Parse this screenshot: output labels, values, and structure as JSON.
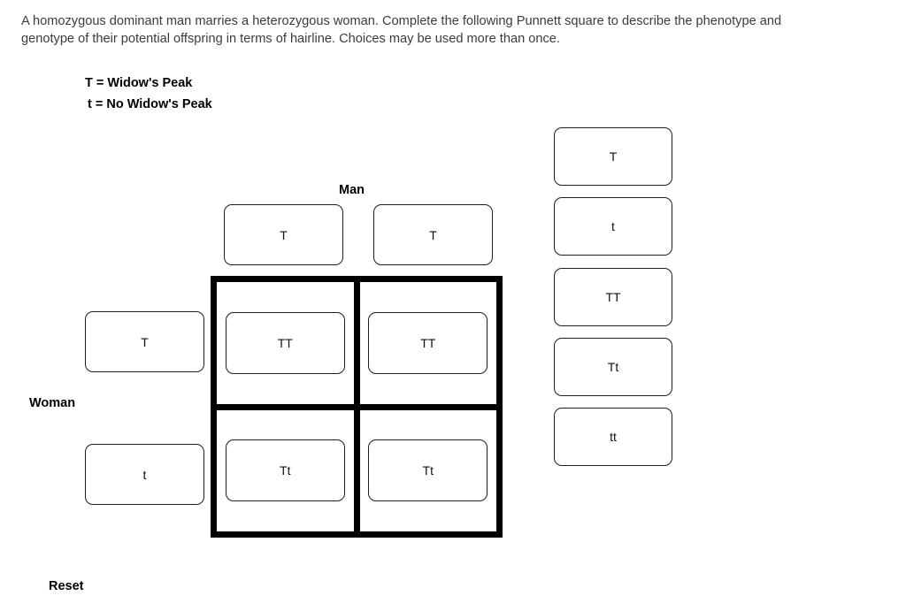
{
  "instructions": {
    "line1": "A homozygous dominant man marries a heterozygous woman. Complete the following Punnett square to describe the phenotype and",
    "line2": "genotype of their potential offspring in terms of hairline. Choices may be used more than once."
  },
  "legend": {
    "dominant": "T = Widow's Peak",
    "recessive": "t = No Widow's Peak"
  },
  "labels": {
    "man": "Man",
    "woman": "Woman"
  },
  "punnett": {
    "father_alleles": [
      "T",
      "T"
    ],
    "mother_alleles": [
      "T",
      "t"
    ],
    "cells": [
      "TT",
      "TT",
      "Tt",
      "Tt"
    ]
  },
  "choices": [
    "T",
    "t",
    "TT",
    "Tt",
    "tt"
  ],
  "reset_label": "Reset",
  "colors": {
    "background": "#ffffff",
    "instruction_text": "#3c3c3c",
    "label_text": "#000000",
    "box_border": "#1d1d1d",
    "grid_border": "#000000"
  }
}
